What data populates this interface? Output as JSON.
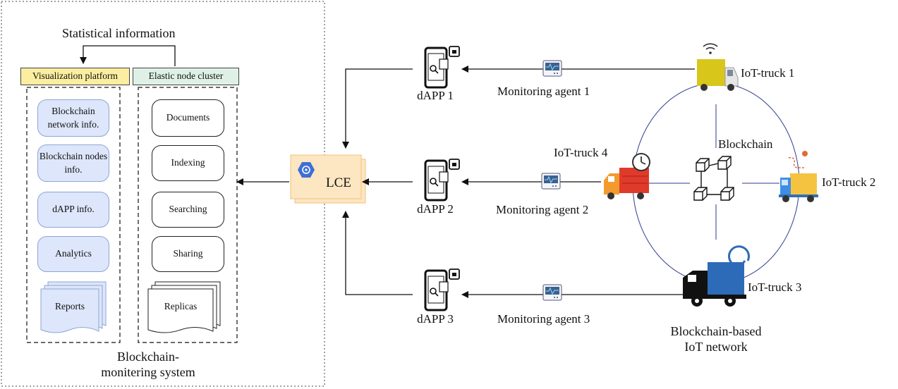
{
  "monitoring_system": {
    "feedback_label": "Statistical information",
    "visualization_header": "Visualization platform",
    "elastic_header": "Elastic node cluster",
    "visualization_items": [
      "Blockchain network info.",
      "Blockchain nodes info.",
      "dAPP info.",
      "Analytics",
      "Reports"
    ],
    "elastic_items": [
      "Documents",
      "Indexing",
      "Searching",
      "Sharing",
      "Replicas"
    ],
    "caption_line1": "Blockchain-",
    "caption_line2": "monitering system"
  },
  "lce": {
    "label": "LCE"
  },
  "dapps": [
    "dAPP 1",
    "dAPP 2",
    "dAPP 3"
  ],
  "agents": [
    "Monitoring agent 1",
    "Monitoring agent 2",
    "Monitoring agent 3"
  ],
  "trucks": [
    "IoT-truck 1",
    "IoT-truck 2",
    "IoT-truck 3",
    "IoT-truck 4"
  ],
  "network": {
    "center_label": "Blockchain",
    "caption_line1": "Blockchain-based",
    "caption_line2": "IoT network"
  },
  "colors": {
    "viz_header": "#fbeea0",
    "elastic_header": "#dff1e6",
    "blue_box": "#dde6fa",
    "lce_box": "#fde6c2",
    "ring": "#2d3a8c",
    "truck1": "#d8c61a",
    "truck2": "#3e8ee6",
    "truck3": "#2d6bb8",
    "truck4": "#e8582a"
  }
}
